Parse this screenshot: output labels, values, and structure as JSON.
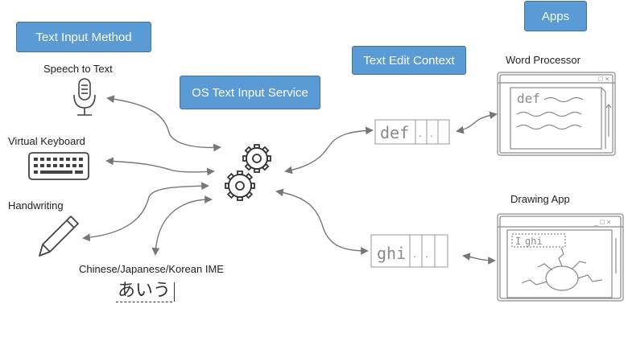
{
  "headers": {
    "text_input_method": "Text Input Method",
    "os_text_input_service": "OS Text Input Service",
    "text_edit_context": "Text Edit Context",
    "apps": "Apps"
  },
  "input_methods": {
    "speech": "Speech to Text",
    "keyboard": "Virtual Keyboard",
    "handwriting": "Handwriting",
    "ime": "Chinese/Japanese/Korean IME",
    "ime_sample": "あいう"
  },
  "contexts": {
    "first": "def",
    "second": "ghi"
  },
  "apps": {
    "word_processor": "Word Processor",
    "word_processor_text": "def",
    "drawing_app": "Drawing App",
    "drawing_app_text": "ghi"
  },
  "colors": {
    "box_fill": "#5b9bd5",
    "arrow": "#777777",
    "sketch": "#8a8a8a"
  },
  "icons": [
    "microphone-icon",
    "keyboard-icon",
    "pencil-icon",
    "gears-icon",
    "window-sketch-icon"
  ]
}
